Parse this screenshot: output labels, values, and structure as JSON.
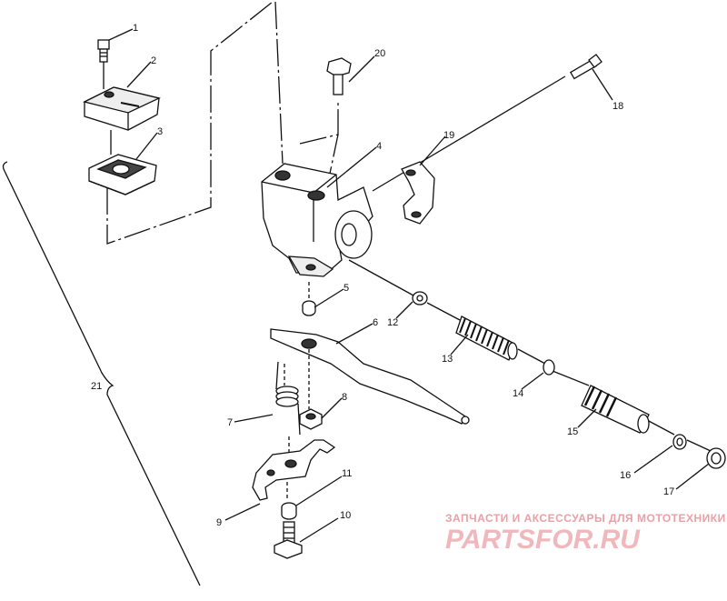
{
  "diagram": {
    "callouts": [
      "1",
      "2",
      "3",
      "4",
      "5",
      "6",
      "7",
      "8",
      "9",
      "10",
      "11",
      "12",
      "13",
      "14",
      "15",
      "16",
      "17",
      "18",
      "19",
      "20",
      "21"
    ],
    "part_icons": [
      "screw-icon",
      "reservoir-cover-icon",
      "diaphragm-icon",
      "master-cylinder-body-icon",
      "bushing-icon",
      "brake-lever-icon",
      "torsion-spring-icon",
      "nut-icon",
      "switch-bracket-icon",
      "bolt-icon",
      "washer-nut-icon",
      "washer-icon",
      "piston-spring-icon",
      "circlip-icon",
      "piston-icon",
      "seal-icon",
      "boot-icon",
      "clamp-bolt-icon",
      "clamp-icon",
      "pivot-bolt-icon"
    ]
  },
  "watermark": {
    "line1": "ЗАПЧАСТИ И АКСЕССУАРЫ ДЛЯ МОТОТЕХНИКИ",
    "line2": "PARTSFOR.RU"
  },
  "colors": {
    "ink": "#111111",
    "watermark": "#f0b8bc"
  }
}
